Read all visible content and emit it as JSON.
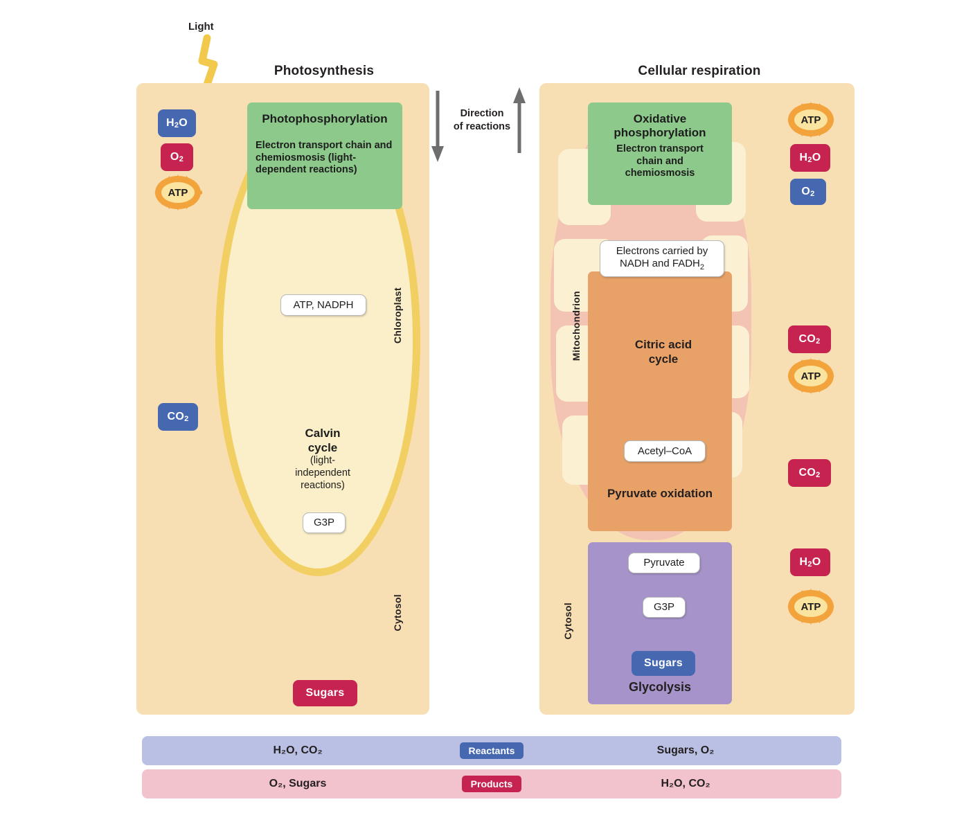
{
  "titles": {
    "photosynthesis": "Photosynthesis",
    "respiration": "Cellular respiration"
  },
  "light": {
    "label": "Light"
  },
  "direction": {
    "line1": "Direction",
    "line2": "of reactions"
  },
  "photosynthesis": {
    "region_labels": {
      "organelle": "Chloroplast",
      "cytosol": "Cytosol"
    },
    "photophosphorylation": {
      "header": "Photophosphorylation",
      "sub": "Electron transport chain and chemiosmosis (light-dependent reactions)"
    },
    "inputs": [
      {
        "name": "water",
        "label": "H",
        "sub": "2",
        "label2": "O"
      },
      {
        "name": "carbon-dioxide",
        "label": "CO",
        "sub": "2"
      }
    ],
    "outputs": [
      {
        "name": "oxygen",
        "label": "O",
        "sub": "2"
      },
      {
        "name": "atp",
        "label": "ATP"
      },
      {
        "name": "sugars",
        "label": "Sugars"
      }
    ],
    "intermediates": {
      "atp_nadph": "ATP, NADPH",
      "g3p": "G3P"
    },
    "calvin_cycle": {
      "line1": "Calvin",
      "line2": "cycle",
      "line3": "(light-",
      "line4": "independent",
      "line5": "reactions)"
    }
  },
  "respiration": {
    "region_labels": {
      "organelle": "Mitochondrion",
      "cytosol": "Cytosol"
    },
    "oxidative_phosphorylation": {
      "header_line1": "Oxidative",
      "header_line2": "phosphorylation",
      "sub": "Electron transport chain and chemiosmosis"
    },
    "electrons_carried": {
      "line1": "Electrons carried by",
      "line2": "NADH and FADH",
      "sub": "2"
    },
    "citric_acid_cycle": {
      "line1": "Citric acid",
      "line2": "cycle"
    },
    "acetyl_coa": "Acetyl–CoA",
    "pyruvate_oxidation": "Pyruvate oxidation",
    "glycolysis": {
      "title": "Glycolysis",
      "pyruvate": "Pyruvate",
      "g3p": "G3P",
      "sugars": "Sugars"
    },
    "outputs": [
      {
        "name": "atp-oxphos",
        "label": "ATP"
      },
      {
        "name": "water-oxphos",
        "label": "H",
        "sub": "2",
        "label2": "O"
      },
      {
        "name": "co2-citric",
        "label": "CO",
        "sub": "2"
      },
      {
        "name": "atp-citric",
        "label": "ATP"
      },
      {
        "name": "co2-pyruvate",
        "label": "CO",
        "sub": "2"
      },
      {
        "name": "water-glycolysis",
        "label": "H",
        "sub": "2",
        "label2": "O"
      },
      {
        "name": "atp-glycolysis",
        "label": "ATP"
      }
    ],
    "inputs": [
      {
        "name": "oxygen",
        "label": "O",
        "sub": "2"
      }
    ]
  },
  "legend": {
    "reactants": {
      "tag": "Reactants",
      "left": "H₂O, CO₂",
      "right": "Sugars, O₂"
    },
    "products": {
      "tag": "Products",
      "left": "O₂, Sugars",
      "right": "H₂O, CO₂"
    }
  },
  "colors": {
    "panel_bg": "#F8DEB3",
    "reactant_blue": "#4668B0",
    "product_red": "#C62350",
    "photo_green": "#8CC98B",
    "mito_orange": "#E8A268",
    "glycolysis_purple": "#A593C9",
    "chloroplast_border": "#F2CF62",
    "chloroplast_fill": "#FBEFC9",
    "mitochondrion_fill": "#F3C3B4",
    "atp_burst": "#F2A33C",
    "atp_center": "#FBE3A0"
  }
}
